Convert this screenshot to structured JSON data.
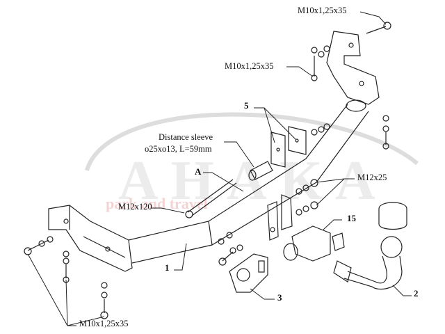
{
  "watermark": {
    "logo": "AHAKA",
    "tagline": "park and travel"
  },
  "labels": {
    "bolt_top_right": "M10x1,25x35",
    "bolt_top_mid": "M10x1,25x35",
    "part_5": "5",
    "distance_sleeve_line1": "Distance sleeve",
    "distance_sleeve_line2": "o25xo13, L=59mm",
    "part_a": "A",
    "bolt_m12x25": "M12x25",
    "bolt_m12x120": "M12x120",
    "part_15": "15",
    "part_1": "1",
    "part_3": "3",
    "part_2": "2",
    "bolt_bottom_left": "M10x1,25x35"
  }
}
